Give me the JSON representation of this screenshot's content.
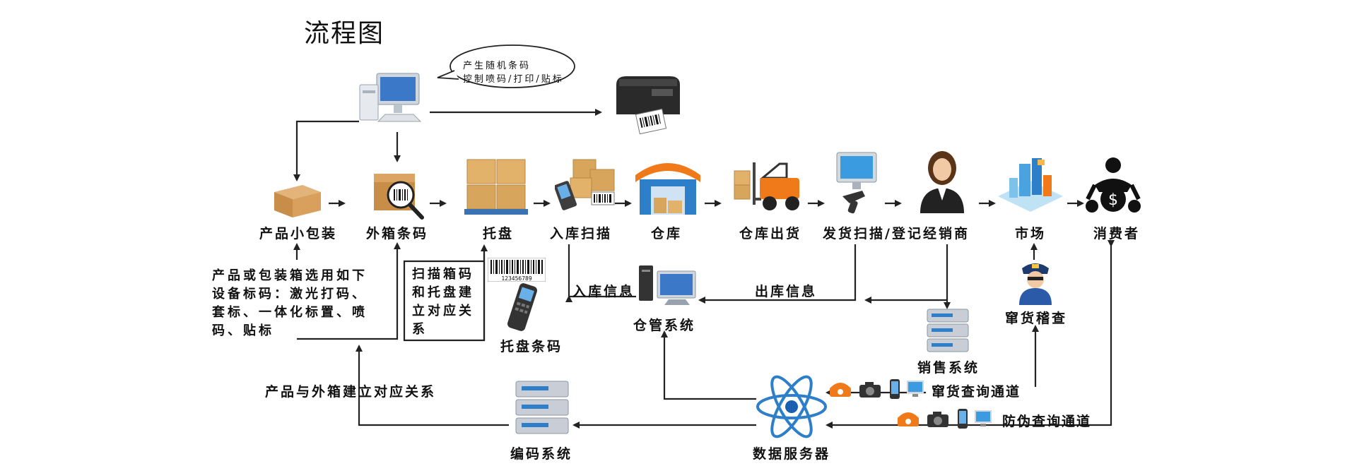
{
  "title": "流程图",
  "bubble": {
    "line1": "产生随机条码",
    "line2": "控制喷码/打印/贴标"
  },
  "nodes": {
    "product_pack": "产品小包装",
    "outer_box_code": "外箱条码",
    "pallet": "托盘",
    "inbound_scan": "入库扫描",
    "warehouse": "仓库",
    "warehouse_out": "仓库出货",
    "ship_scan": "发货扫描/登记经销商",
    "market": "市场",
    "consumer": "消费者"
  },
  "notes": {
    "device_coding": [
      "产品或包装箱选用如下",
      "设备标码：激光打码、",
      "套标、一体化标置、喷",
      "码、贴标"
    ],
    "scan_relation": [
      "扫描箱码",
      "和托盘建",
      "立对应关",
      "系"
    ],
    "product_box_relation": "产品与外箱建立对应关系"
  },
  "labels": {
    "pallet_code": "托盘条码",
    "inbound_info": "入库信息",
    "outbound_info": "出库信息",
    "wms": "仓管系统",
    "sales_system": "销售系统",
    "inspection": "窜货稽查",
    "coding_system": "编码系统",
    "data_server": "数据服务器",
    "channel_diversion": "窜货查询通道",
    "channel_anticounterfeit": "防伪查询通道",
    "barcode_digits": "123456789"
  },
  "colors": {
    "arrow": "#222222",
    "box": "#c98d4a",
    "blue": "#2d7fc9",
    "orange": "#f07a1a"
  }
}
